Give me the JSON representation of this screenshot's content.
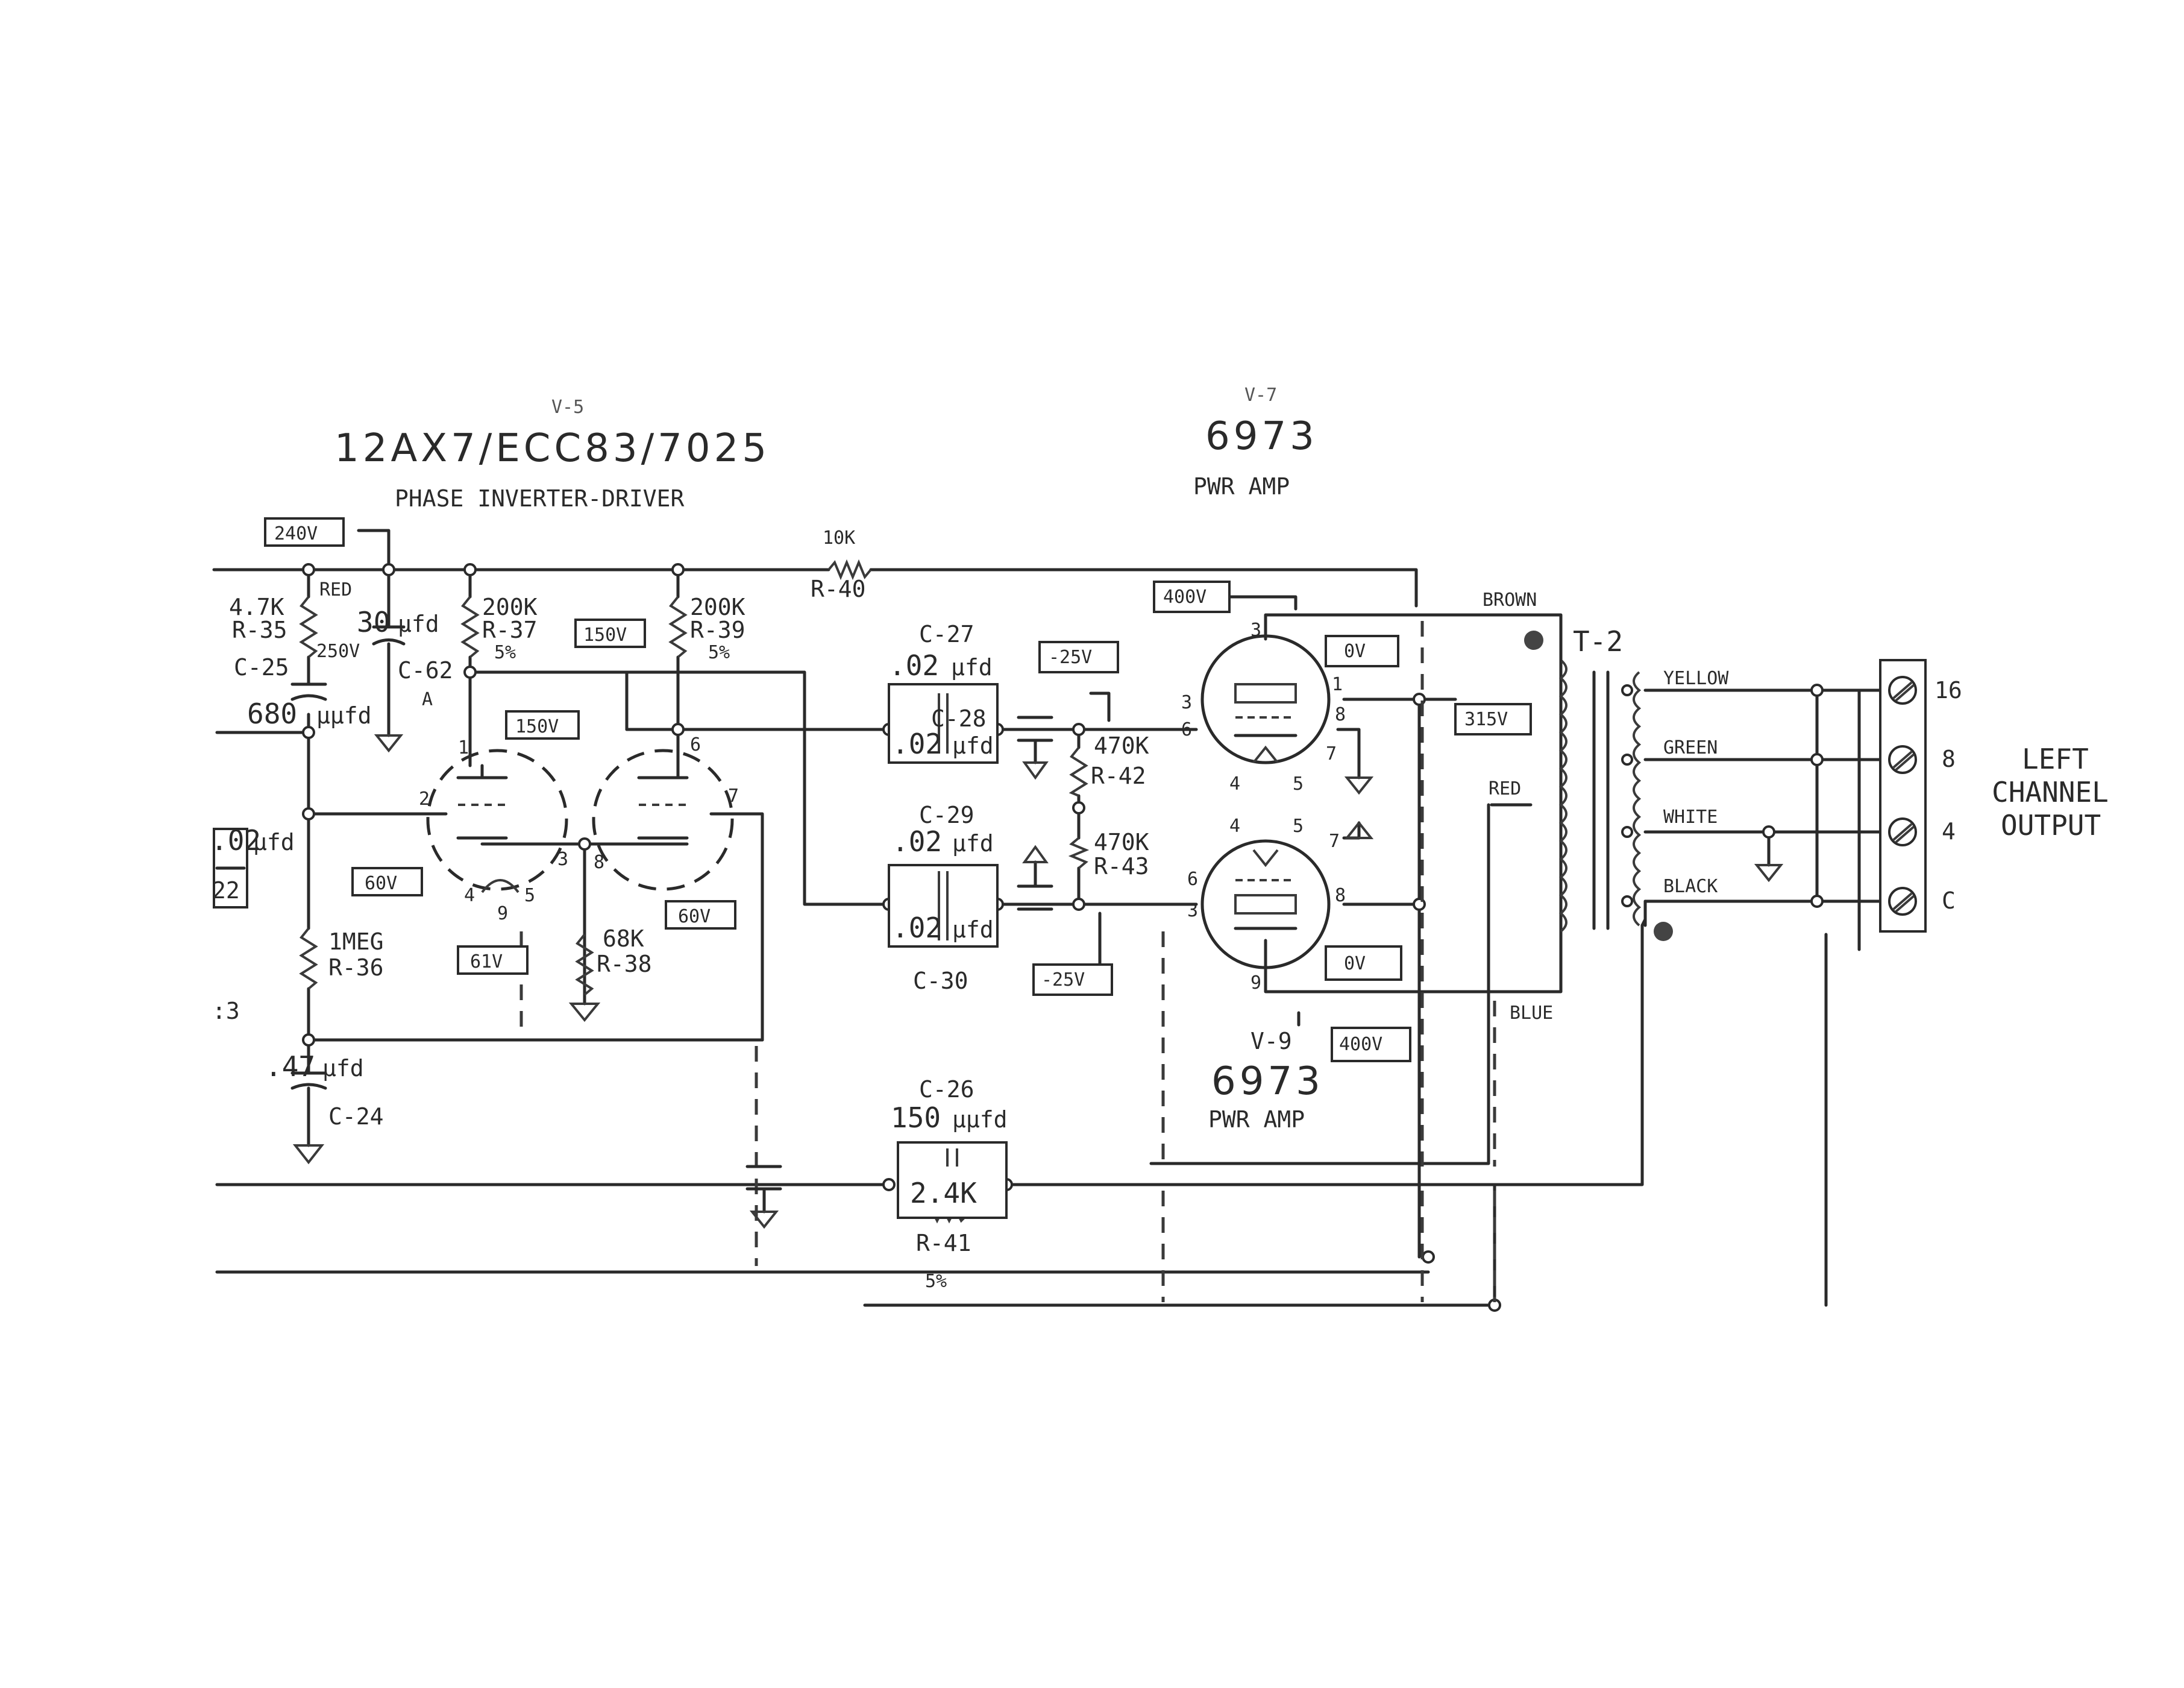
{
  "titles": {
    "v5_ref": "V-5",
    "v5_type": "12AX7/ECC83/7025",
    "v5_function": "PHASE INVERTER-DRIVER",
    "v7_ref": "V-7",
    "v7_type": "6973",
    "v7_function": "PWR AMP",
    "v9_ref": "V-9",
    "v9_type": "6973",
    "v9_function": "PWR AMP"
  },
  "voltages": {
    "b_plus_240": "240V",
    "v5_grid_60": "60V",
    "v5_cathode_61": "61V",
    "v5_plate1_150": "150V",
    "v5_plate2_150": "150V",
    "v5_grid2_60": "60V",
    "bias_top": "-25V",
    "bias_bottom": "-25V",
    "v7_plate_400": "400V",
    "v7_cathode_0": "0V",
    "screen_315": "315V",
    "v9_cathode_0": "0V",
    "v9_plate_400": "400V"
  },
  "components": {
    "r35_value": "4.7K",
    "r35_ref": "R-35",
    "c25_ref": "C-25",
    "c25_value": "680",
    "c25_unit": "µµfd",
    "red_lead": "RED",
    "c62_value": "30",
    "c62_unit": "µfd",
    "c62_voltage": "250V",
    "c62_ref": "C-62",
    "c62_sub": "A",
    "r37_value": "200K",
    "r37_ref": "R-37",
    "r37_tol": "5%",
    "r39_value": "200K",
    "r39_ref": "R-39",
    "r39_tol": "5%",
    "r40_value": "10K",
    "r40_ref": "R-40",
    "r36_value": "1MEG",
    "r36_ref": "R-36",
    "c24_value": ".47",
    "c24_unit": "µfd",
    "c24_ref": "C-24",
    "r38_value": "68K",
    "r38_ref": "R-38",
    "c27_ref": "C-27",
    "c27_value": ".02",
    "c27_unit": "µfd",
    "c28_ref": "C-28",
    "c28_value": ".02",
    "c28_unit": "µfd",
    "c29_ref": "C-29",
    "c29_value": ".02",
    "c29_unit": "µfd",
    "c30_value": ".02",
    "c30_unit": "µfd",
    "c30_ref": "C-30",
    "r42_value": "470K",
    "r42_ref": "R-42",
    "r43_value": "470K",
    "r43_ref": "R-43",
    "c26_ref": "C-26",
    "c26_value": "150",
    "c26_unit": "µµfd",
    "r41_value": "2.4K",
    "r41_ref": "R-41",
    "r41_tol": "5%",
    "left_cap_value": ".02",
    "left_cap_unit": "µfd",
    "left_cap_ref": "22",
    "left_ref_3": ":3"
  },
  "pins": {
    "v5_p1": "1",
    "v5_p2": "2",
    "v5_p3": "3",
    "v5_p4": "4",
    "v5_p5": "5",
    "v5_p6": "6",
    "v5_p7": "7",
    "v5_p8": "8",
    "v5_p9": "9",
    "v7_p3": "3",
    "v7_p1": "1",
    "v7_p6": "6",
    "v7_p8": "8",
    "v7_p9": "3",
    "v7_p4": "4",
    "v7_p5": "5",
    "v7_p7": "7",
    "v9_p6": "6",
    "v9_p3": "3",
    "v9_p8": "8",
    "v9_p4": "4",
    "v9_p5": "5",
    "v9_p7": "7",
    "v9_p9": "9"
  },
  "transformer": {
    "ref": "T-2",
    "brown": "BROWN",
    "red": "RED",
    "blue": "BLUE",
    "yellow": "YELLOW",
    "green": "GREEN",
    "white": "WHITE",
    "black": "BLACK"
  },
  "output": {
    "tap_16": "16",
    "tap_8": "8",
    "tap_4": "4",
    "tap_c": "C",
    "label_line1": "LEFT",
    "label_line2": "CHANNEL",
    "label_line3": "OUTPUT"
  }
}
